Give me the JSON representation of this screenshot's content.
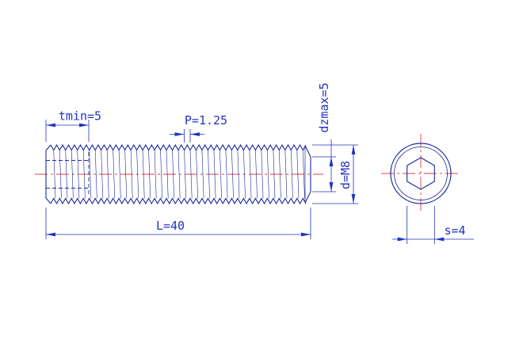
{
  "drawing": {
    "type": "technical-cad-drawing",
    "subject": "hex-socket-set-screw",
    "colors": {
      "background": "#ffffff",
      "geometry": "#1b2a96",
      "dimension": "#2333c2",
      "centerline": "#e03c3c"
    },
    "dimensions": {
      "tmin": "tmin=5",
      "pitch": "P=1.25",
      "dzmax": "dzmax=5",
      "diameter": "d=M8",
      "length": "L=40",
      "hex_socket": "s=4"
    }
  }
}
